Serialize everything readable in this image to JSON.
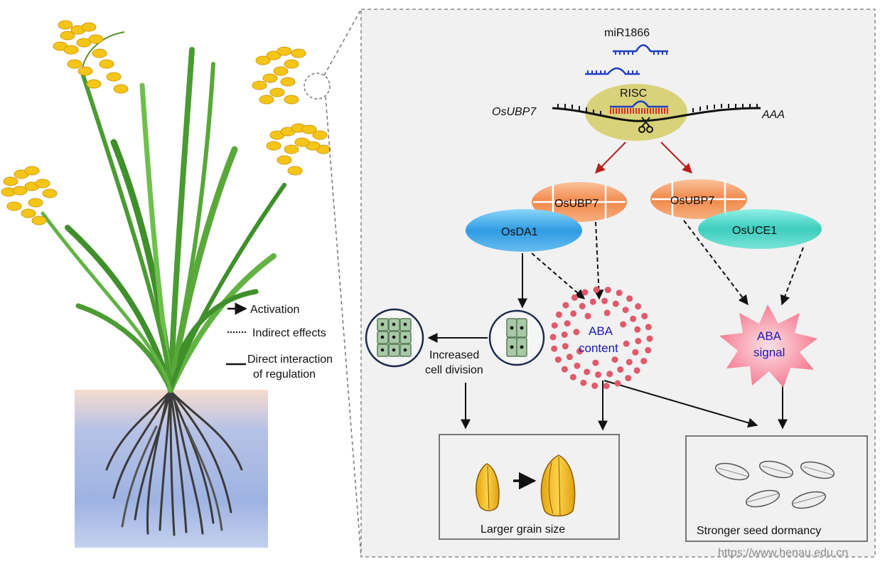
{
  "legend": {
    "activation": "Activation",
    "indirect": "Indirect effects",
    "direct_line1": "Direct interaction",
    "direct_line2": "of regulation"
  },
  "mirna": {
    "label": "miR1866",
    "risc": "RISC"
  },
  "mrna": {
    "gene": "OsUBP7",
    "polya": "AAA"
  },
  "proteins": {
    "ubp7_left": "OsUBP7",
    "da1": "OsDA1",
    "ubp7_right": "OsUBP7",
    "uce1": "OsUCE1"
  },
  "aba_content": {
    "line1": "ABA",
    "line2": "content"
  },
  "aba_signal": {
    "line1": "ABA",
    "line2": "signal"
  },
  "cell_division": {
    "line1": "Increased",
    "line2": "cell division"
  },
  "outcomes": {
    "grain_size": "Larger grain size",
    "seed_dormancy": "Stronger seed dormancy"
  },
  "watermark": "https://www.henau.edu.cn",
  "colors": {
    "panel_bg": "#f1f1f1",
    "mirna_blue": "#1f3fbf",
    "risc_yellow": "#d8d27a",
    "ubp7_orange": "#f39a5c",
    "da1_blue": "#3aa6e6",
    "uce1_teal": "#54d6c8",
    "aba_dots": "#e05a6a",
    "aba_signal": "#f47a8c",
    "cleave_arrow": "#c0221e",
    "grain_gold": "#f2b817"
  }
}
